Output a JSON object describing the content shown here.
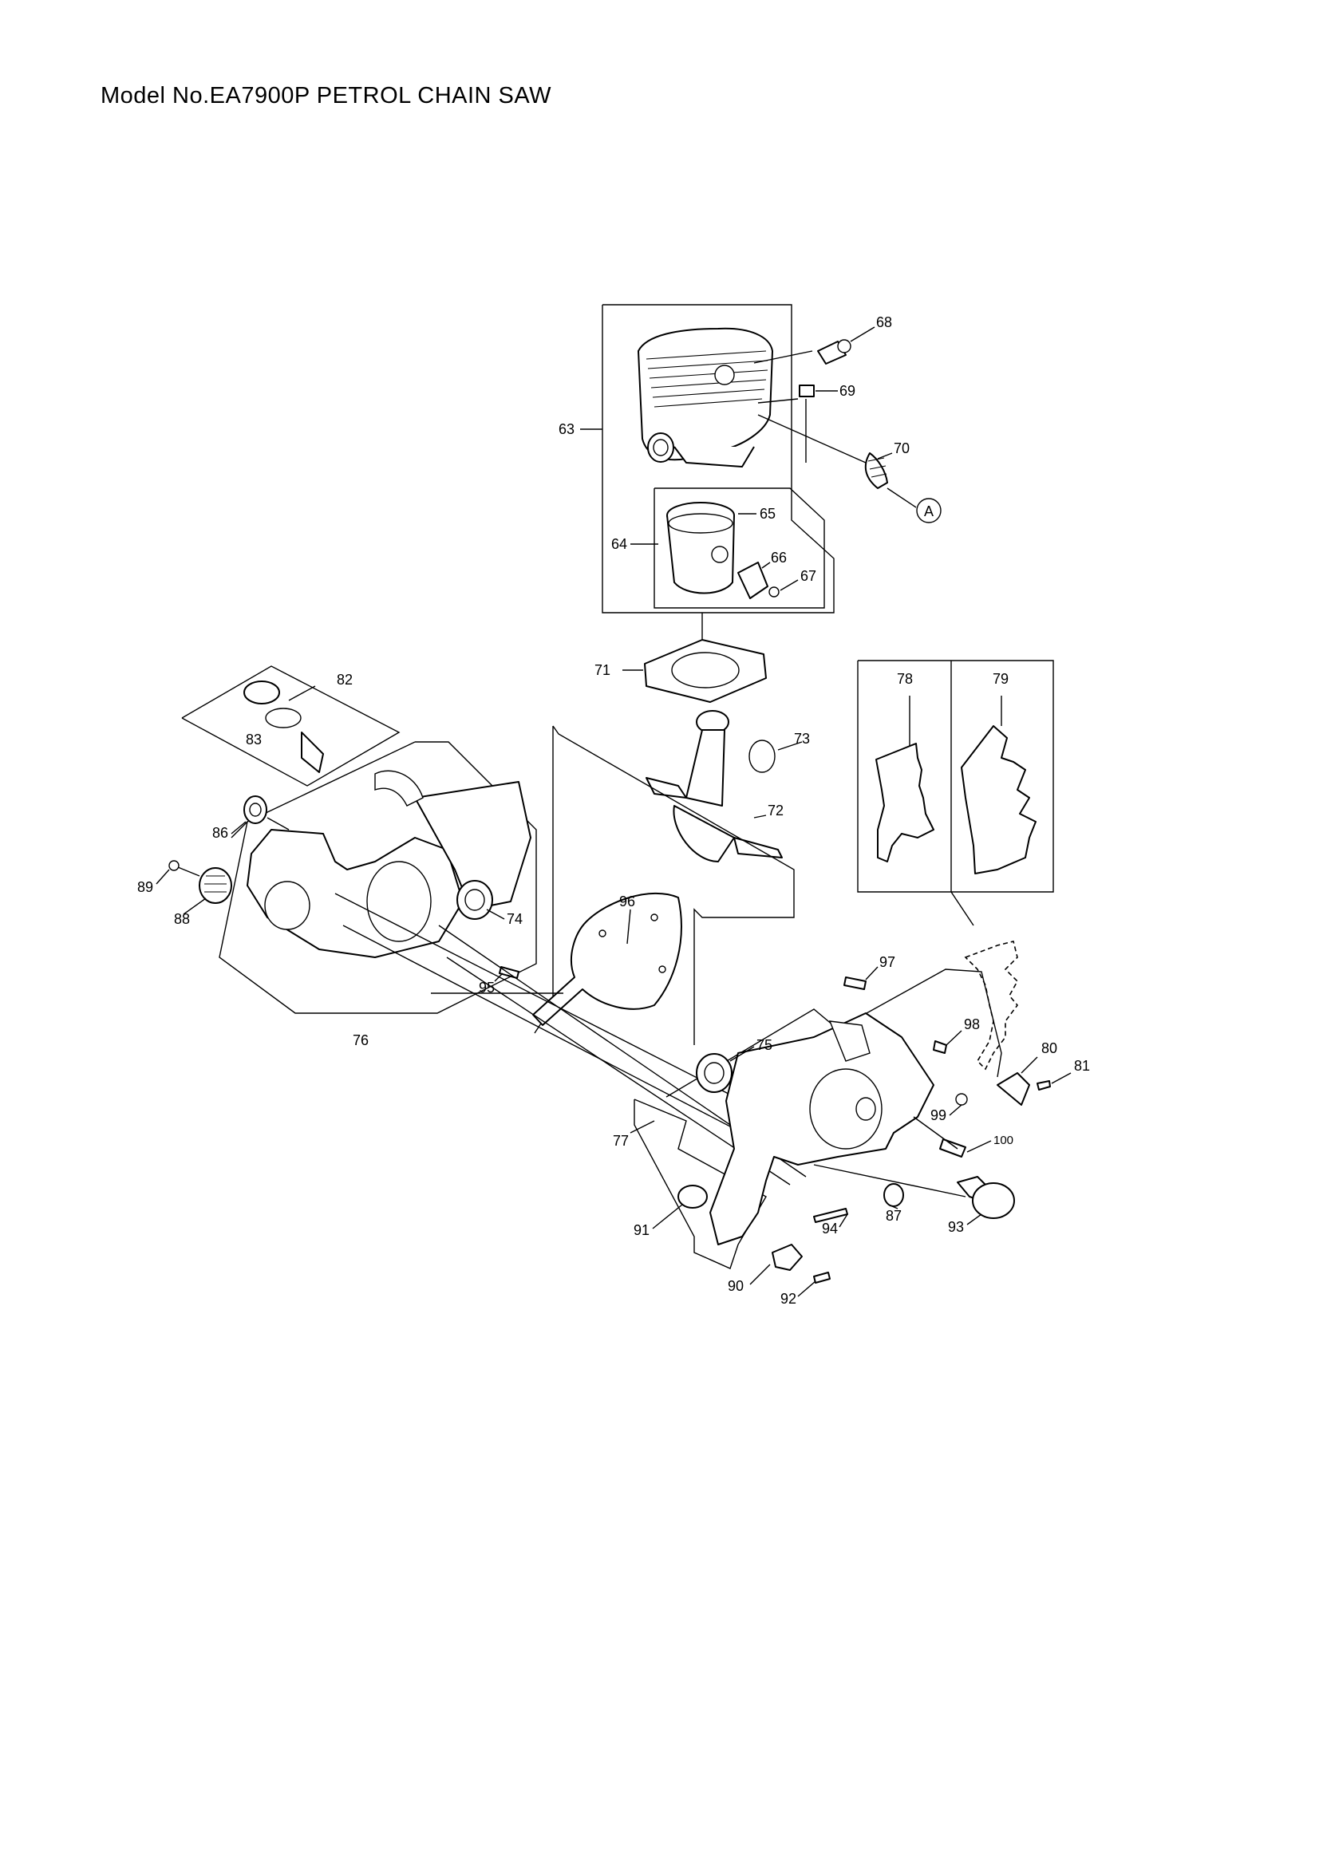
{
  "title": "Model No.EA7900P PETROL CHAIN SAW",
  "callouts": {
    "p63": "63",
    "p64": "64",
    "p65": "65",
    "p66": "66",
    "p67": "67",
    "p68": "68",
    "p69": "69",
    "p70": "70",
    "p71": "71",
    "p72": "72",
    "p73": "73",
    "p74": "74",
    "p75": "75",
    "p76": "76",
    "p77": "77",
    "p78": "78",
    "p79": "79",
    "p80": "80",
    "p81": "81",
    "p82": "82",
    "p83": "83",
    "p86": "86",
    "p87": "87",
    "p88": "88",
    "p89": "89",
    "p90": "90",
    "p91": "91",
    "p92": "92",
    "p93": "93",
    "p94": "94",
    "p95": "95",
    "p96": "96",
    "p97": "97",
    "p98": "98",
    "p99": "99",
    "p100": "100"
  },
  "reference_mark": "A"
}
